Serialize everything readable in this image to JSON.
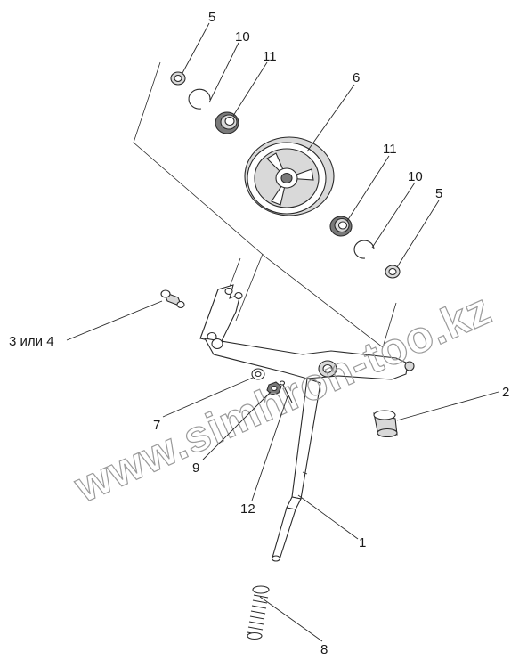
{
  "labels": {
    "part_5_top": "5",
    "part_10_top": "10",
    "part_11_top": "11",
    "part_6": "6",
    "part_11_right": "11",
    "part_10_right": "10",
    "part_5_right": "5",
    "part_3_4": "3 или 4",
    "part_2": "2",
    "part_7": "7",
    "part_9": "9",
    "part_12": "12",
    "part_1": "1",
    "part_8": "8"
  },
  "watermark": "www.simhron-too.kz",
  "colors": {
    "line": "#2a2a2a",
    "watermark": "#9a9a9a",
    "shade": "#d9d9d9"
  }
}
